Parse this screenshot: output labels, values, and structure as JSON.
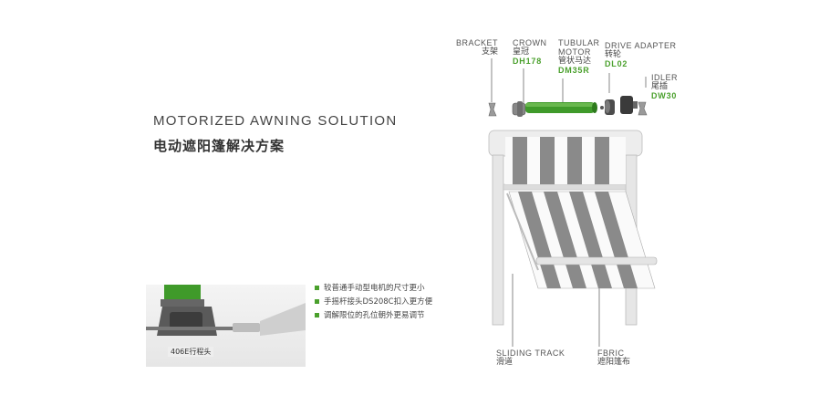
{
  "title": {
    "en": "MOTORIZED AWNING SOLUTION",
    "zh": "电动遮阳篷解决方案"
  },
  "parts": {
    "bracket": {
      "en": "BRACKET",
      "zh": "支架",
      "code": ""
    },
    "crown": {
      "en": "CROWN",
      "zh": "皇冠",
      "code": "DH178"
    },
    "motor": {
      "en1": "TUBULAR",
      "en2": "MOTOR",
      "zh": "管状马达",
      "code": "DM35R"
    },
    "drive": {
      "en": "DRIVE ADAPTER",
      "zh": "转轮",
      "code": "DL02"
    },
    "idler": {
      "en": "IDLER",
      "zh": "尾插",
      "code": "DW30"
    },
    "track": {
      "en": "SLIDING TRACK",
      "zh": "滑道"
    },
    "fabric": {
      "en": "FBRIC",
      "zh": "遮阳篷布"
    }
  },
  "features": [
    "较普通手动型电机的尺寸更小",
    "手摇杆接头DS208C扣入更方便",
    "调解限位的孔位朝外更易调节"
  ],
  "inset": {
    "label": "406E行程头"
  },
  "colors": {
    "accent": "#4aa02c",
    "stripe": "#8a8a8a",
    "frame": "#d8d8d8"
  }
}
